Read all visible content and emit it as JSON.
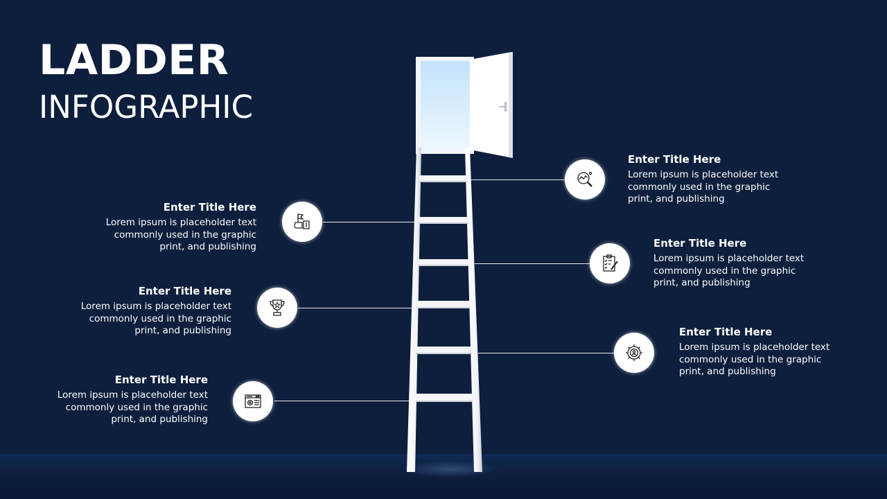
{
  "header": {
    "title_line1": "LADDER",
    "title_line2": "INFOGRAPHIC"
  },
  "colors": {
    "background": "#0e1f3d",
    "ladder": "#f4f6f9",
    "door_sky_top": "#c3e3fb",
    "door_sky_bottom": "#eef7fe"
  },
  "steps": [
    {
      "id": 1,
      "side": "left",
      "icon": "settings-window-icon",
      "title": "Enter Title Here",
      "text": "Lorem ipsum is placeholder text commonly used in the graphic print, and publishing"
    },
    {
      "id": 2,
      "side": "right",
      "icon": "gear-user-icon",
      "title": "Enter Title Here",
      "text": "Lorem ipsum is placeholder text commonly used in the graphic print, and publishing"
    },
    {
      "id": 3,
      "side": "left",
      "icon": "trophy-icon",
      "title": "Enter Title Here",
      "text": "Lorem ipsum is placeholder text commonly used in the graphic print, and publishing"
    },
    {
      "id": 4,
      "side": "right",
      "icon": "clipboard-checklist-icon",
      "title": "Enter Title Here",
      "text": "Lorem ipsum is placeholder text commonly used in the graphic print, and publishing"
    },
    {
      "id": 5,
      "side": "left",
      "icon": "hand-flag-icon",
      "title": "Enter Title Here",
      "text": "Lorem ipsum is placeholder text commonly used in the graphic print, and publishing"
    },
    {
      "id": 6,
      "side": "right",
      "icon": "chart-search-icon",
      "title": "Enter Title Here",
      "text": "Lorem ipsum is placeholder text commonly used in the graphic print, and publishing"
    }
  ]
}
